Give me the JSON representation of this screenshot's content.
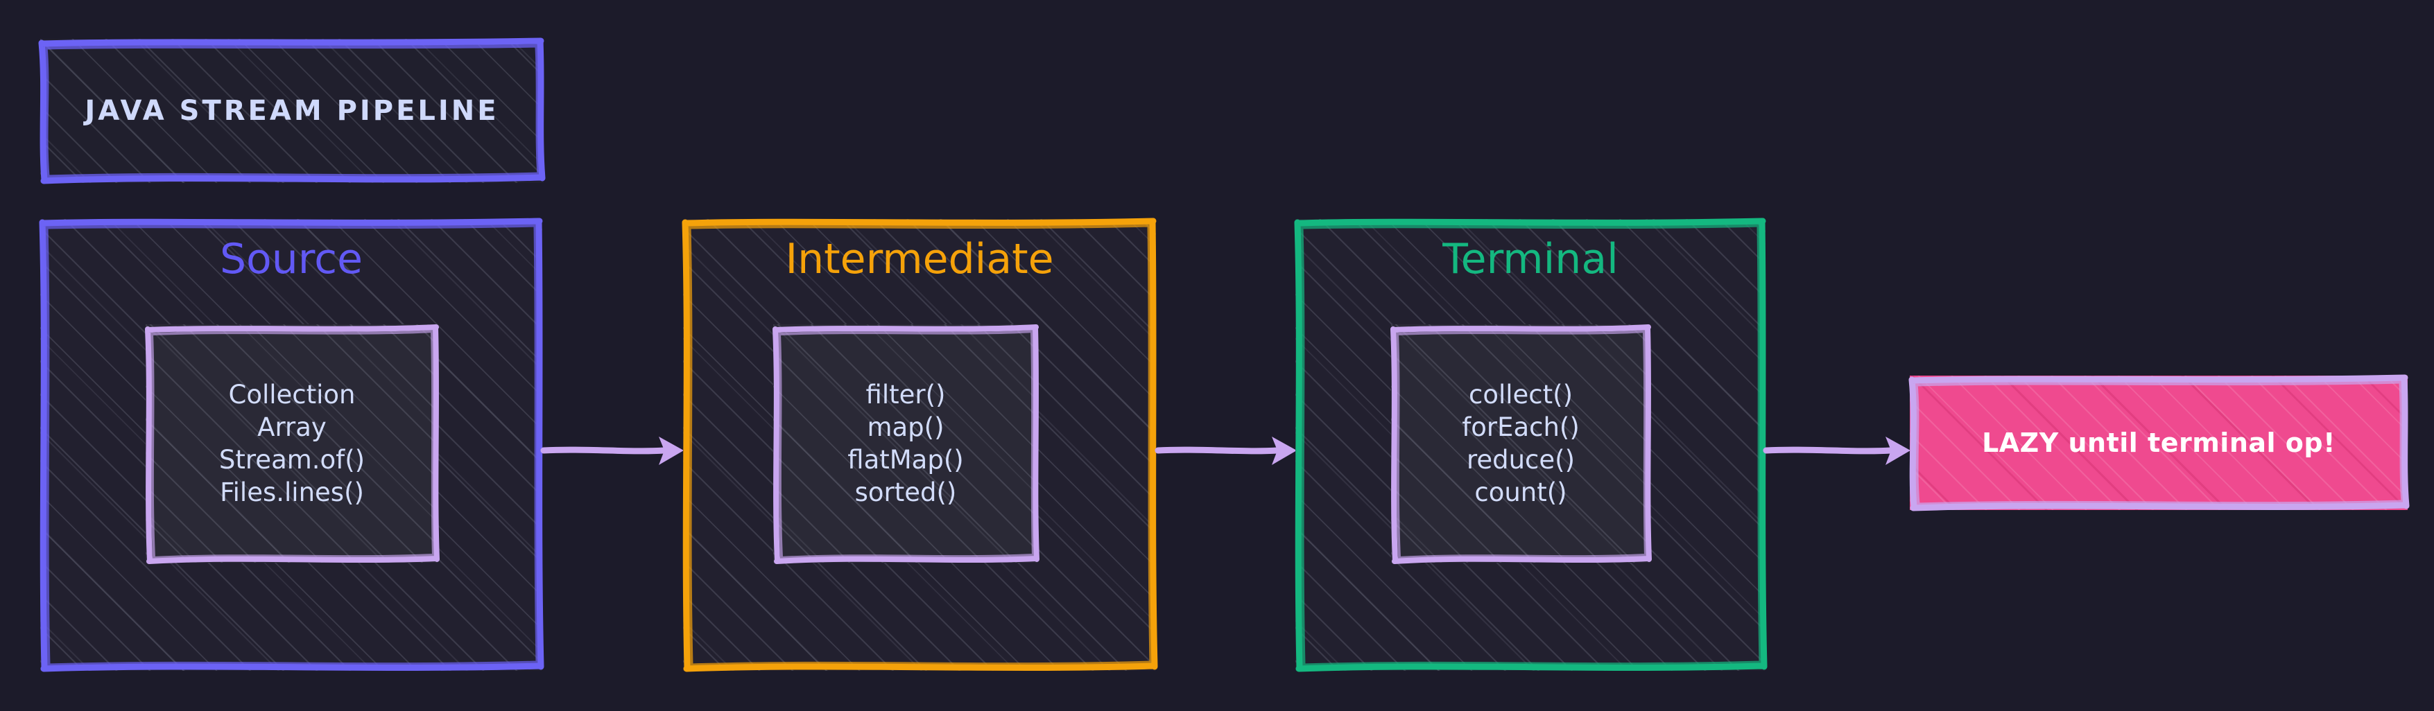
{
  "diagram": {
    "title": "JAVA STREAM PIPELINE",
    "background_color": "#1c1b2a",
    "box_fill_color": "#22202f",
    "inner_fill_color": "#2a2936",
    "inner_border_color": "#c9a6f0",
    "text_color": "#d2dcfa",
    "arrow_color": "#c9a6f0"
  },
  "stages": [
    {
      "name": "Source",
      "accent_color": "#6259f5",
      "items": [
        "Collection",
        "Array",
        "Stream.of()",
        "Files.lines()"
      ]
    },
    {
      "name": "Intermediate",
      "accent_color": "#f5a20a",
      "items": [
        "filter()",
        "map()",
        "flatMap()",
        "sorted()"
      ]
    },
    {
      "name": "Terminal",
      "accent_color": "#14b880",
      "items": [
        "collect()",
        "forEach()",
        "reduce()",
        "count()"
      ]
    }
  ],
  "callout": {
    "label": "LAZY until terminal op!",
    "fill_color": "#ef4a8f",
    "border_color": "#c9a6f0",
    "text_color": "#ffffff"
  },
  "arrows": [
    {
      "from": "Source",
      "to": "Intermediate"
    },
    {
      "from": "Intermediate",
      "to": "Terminal"
    },
    {
      "from": "Terminal",
      "to": "LAZY until terminal op!"
    }
  ]
}
